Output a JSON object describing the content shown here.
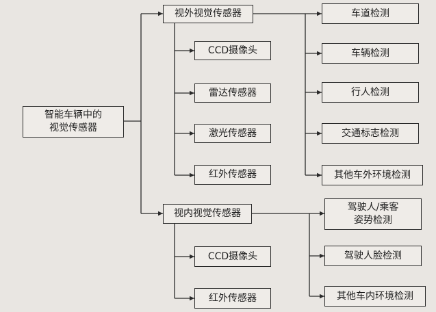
{
  "diagram": {
    "root": "智能车辆中的\n视觉传感器",
    "outer": {
      "title": "视外视觉传感器",
      "sensors": [
        "CCD摄像头",
        "雷达传感器",
        "激光传感器",
        "红外传感器"
      ],
      "detections": [
        "车道检测",
        "车辆检测",
        "行人检测",
        "交通标志检测",
        "其他车外环境检测"
      ]
    },
    "inner": {
      "title": "视内视觉传感器",
      "sensors": [
        "CCD摄像头",
        "红外传感器"
      ],
      "detections": [
        "驾驶人/乘客\n姿势检测",
        "驾驶人脸检测",
        "其他车内环境检测"
      ]
    }
  }
}
